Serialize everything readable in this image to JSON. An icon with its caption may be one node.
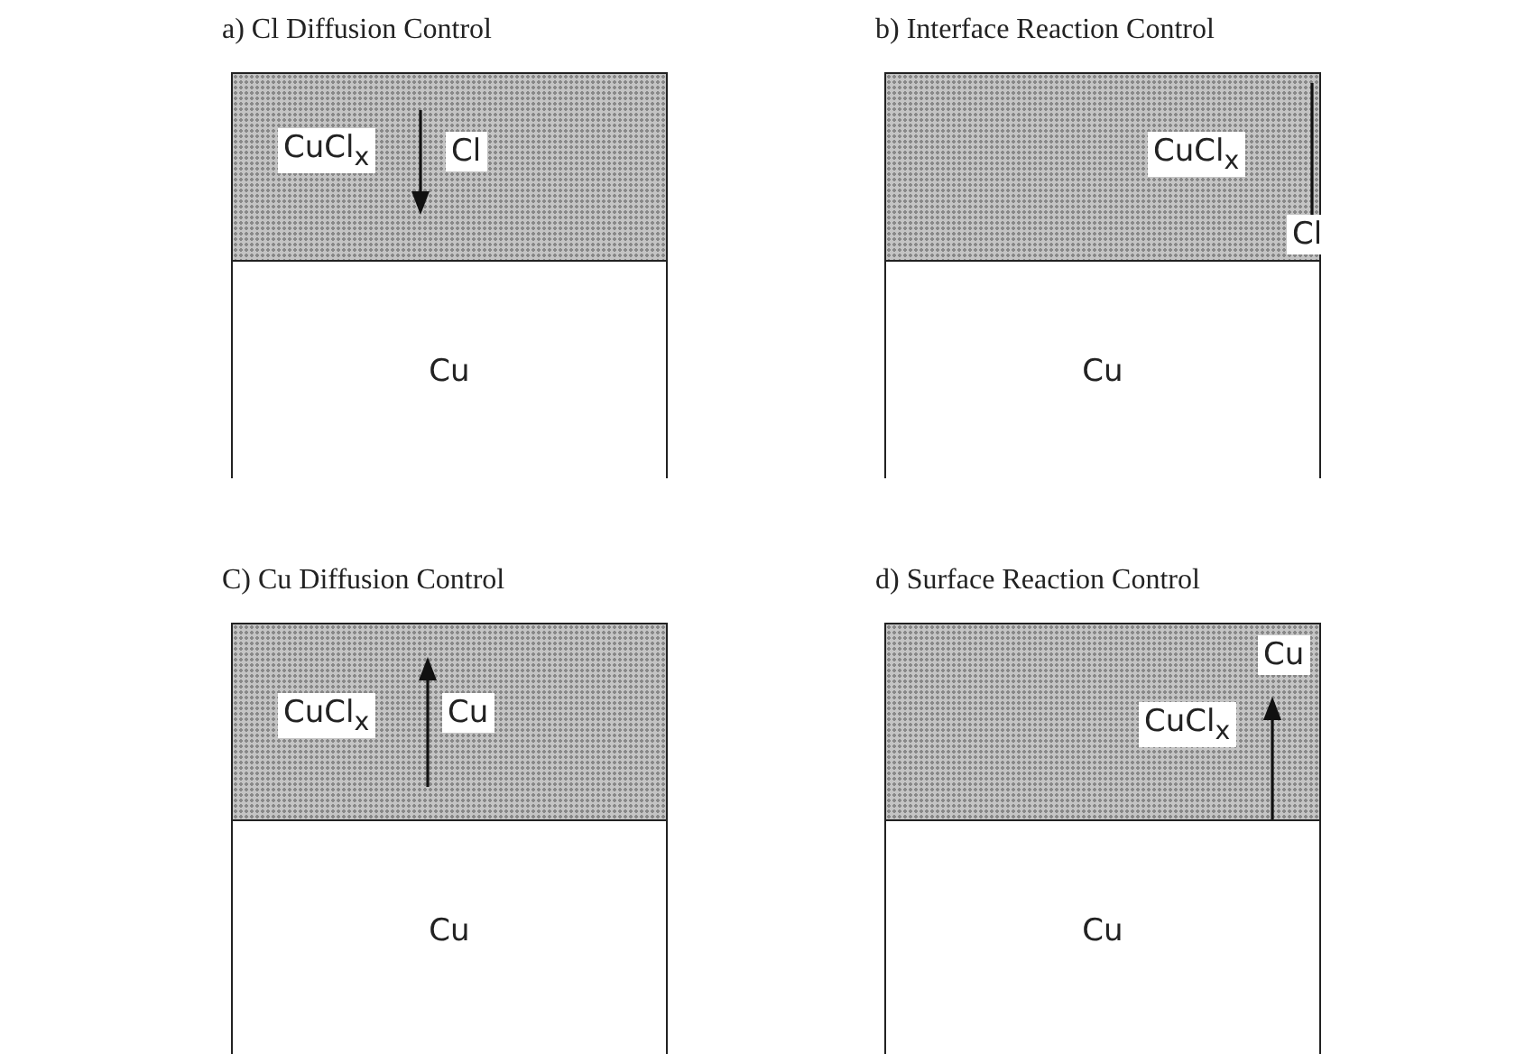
{
  "diagram": {
    "nodes": [
      {
        "text": [
          "a) Cl Diffusion Control"
        ]
      },
      {
        "text": [
          "CuCl$_{x}$",
          "Cl"
        ],
        "in": 0
      },
      {
        "text": [
          "Cu"
        ],
        "in": 0
      },
      {
        "text": [
          "b) Interface Reaction Control"
        ]
      },
      {
        "text": [
          "CuCl$_{x}$",
          "Cl"
        ],
        "in": 3
      },
      {
        "text": [
          "Cu"
        ],
        "in": 3
      },
      {
        "text": [
          "C) Cu Diffusion Control"
        ]
      },
      {
        "text": [
          "CuCl$_{x}$",
          "Cu"
        ],
        "in": 6
      },
      {
        "text": [
          "Cu"
        ],
        "in": 6
      },
      {
        "text": [
          "d) Surface Reaction Control"
        ]
      },
      {
        "text": [
          "CuCl$_{x}$",
          "Cu"
        ],
        "in": 9
      },
      {
        "text": [
          "Cu"
        ],
        "in": 9
      }
    ]
  }
}
